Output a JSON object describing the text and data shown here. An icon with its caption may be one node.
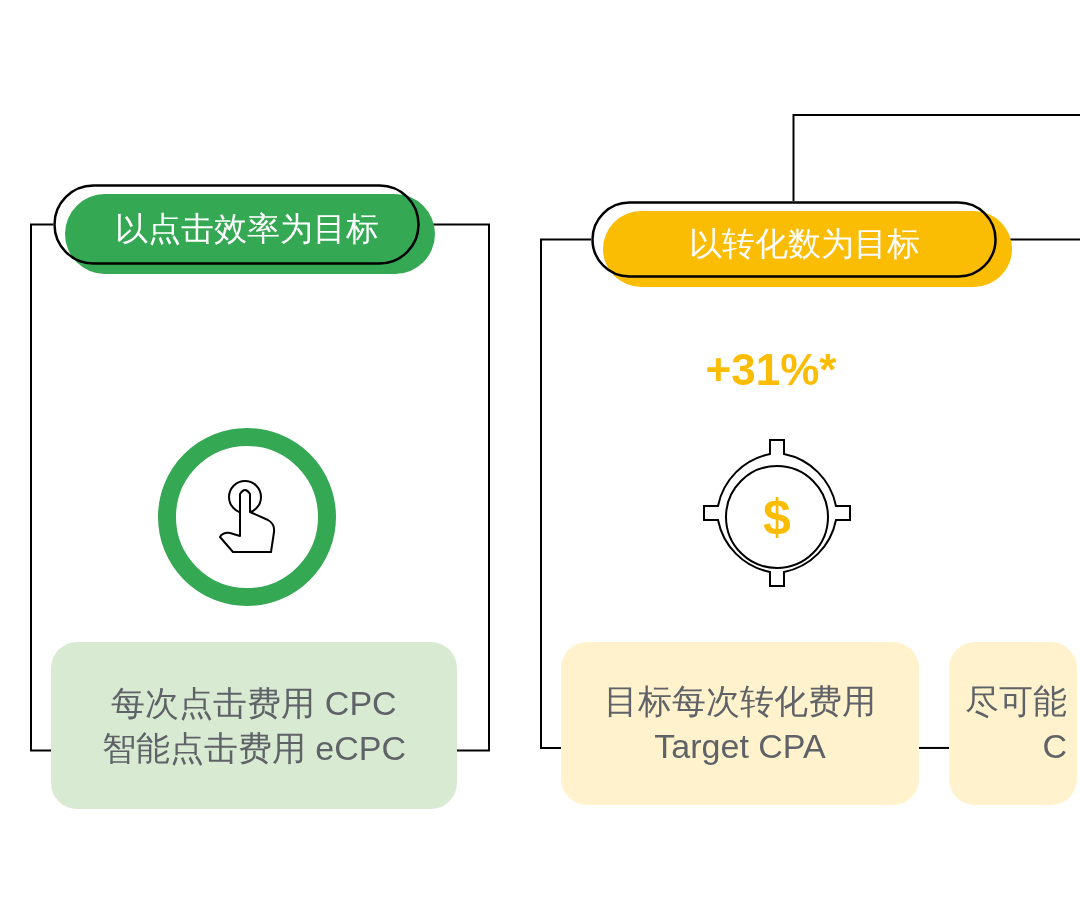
{
  "diagram": {
    "nodes": [
      {
        "text": [
          "以点击效率为目标"
        ]
      },
      {
        "text": [
          "每次点击费用 CPC 智能点击费用 eCPC"
        ]
      },
      {
        "text": [
          "以转化数为目标"
        ]
      },
      {
        "text": [
          "目标每次转化费用 Target CPA"
        ]
      },
      {
        "text": [
          "尽可能 C"
        ]
      }
    ],
    "edges": [
      {
        "from": 0,
        "to": 1,
        "arrow": "none"
      },
      {
        "from": 0,
        "to": 1,
        "arrow": "none"
      },
      {
        "from": 2,
        "to": 3,
        "arrow": "none"
      },
      {
        "from": 3,
        "to": 4,
        "arrow": "none"
      },
      {
        "from": 2,
        "to": null,
        "arrow": "none"
      },
      {
        "from": 2,
        "to": null,
        "arrow": "none"
      }
    ],
    "labels": [
      "+31%*",
      "$"
    ]
  }
}
